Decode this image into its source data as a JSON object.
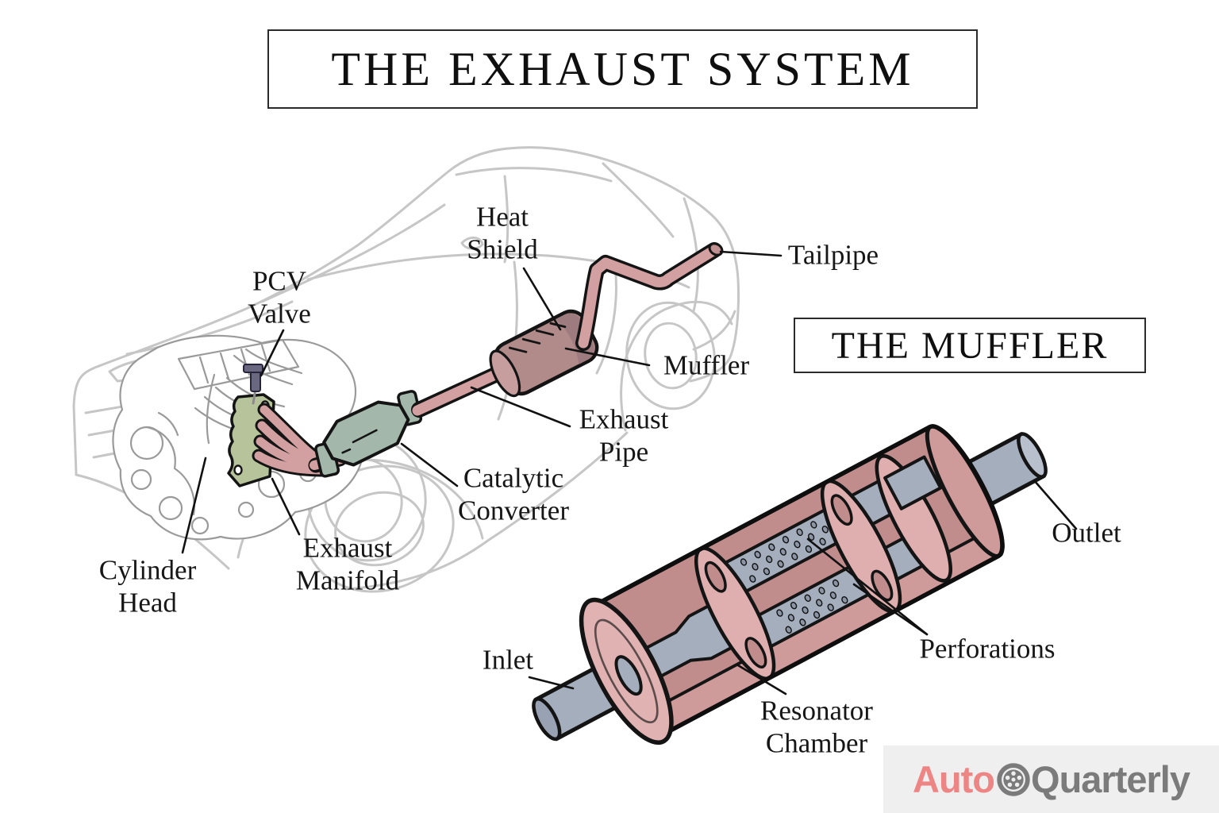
{
  "titles": {
    "main": "THE EXHAUST SYSTEM",
    "muffler_section": "THE MUFFLER"
  },
  "exhaust_diagram": {
    "labels": {
      "heat_shield": {
        "text": "Heat\nShield"
      },
      "tailpipe": {
        "text": "Tailpipe"
      },
      "pcv_valve": {
        "text": "PCV\nValve"
      },
      "muffler": {
        "text": "Muffler"
      },
      "exhaust_pipe": {
        "text": "Exhaust\nPipe"
      },
      "catalytic_converter": {
        "text": "Catalytic\nConverter"
      },
      "exhaust_manifold": {
        "text": "Exhaust\nManifold"
      },
      "cylinder_head": {
        "text": "Cylinder\nHead"
      }
    }
  },
  "muffler_diagram": {
    "labels": {
      "inlet": {
        "text": "Inlet"
      },
      "outlet": {
        "text": "Outlet"
      },
      "perforations": {
        "text": "Perforations"
      },
      "resonator_chamber": {
        "text": "Resonator\nChamber"
      }
    }
  },
  "logo": {
    "brand_accent": "Auto",
    "brand_rest": "Quarterly",
    "wheel_icon": "wheel-icon",
    "accent_color": "#ee8585",
    "rest_color": "#7b7b7b",
    "background": "#efefef"
  },
  "colors": {
    "exhaust_pipe_pink": "#d2a0a0",
    "heat_shield_mauve": "#b18a8a",
    "catalytic_converter_green": "#a3b8ab",
    "manifold_flange_green": "#b7c49b",
    "pcv_valve_slate": "#6a6880",
    "muffler_body_pink": "#c89292",
    "muffler_cap_pink": "#e0b2b2",
    "inner_pipe_gray": "#a4aebc",
    "car_sketch_gray": "#c6c6c6",
    "engine_sketch_gray": "#9a9a9a",
    "line_black": "#111111"
  }
}
